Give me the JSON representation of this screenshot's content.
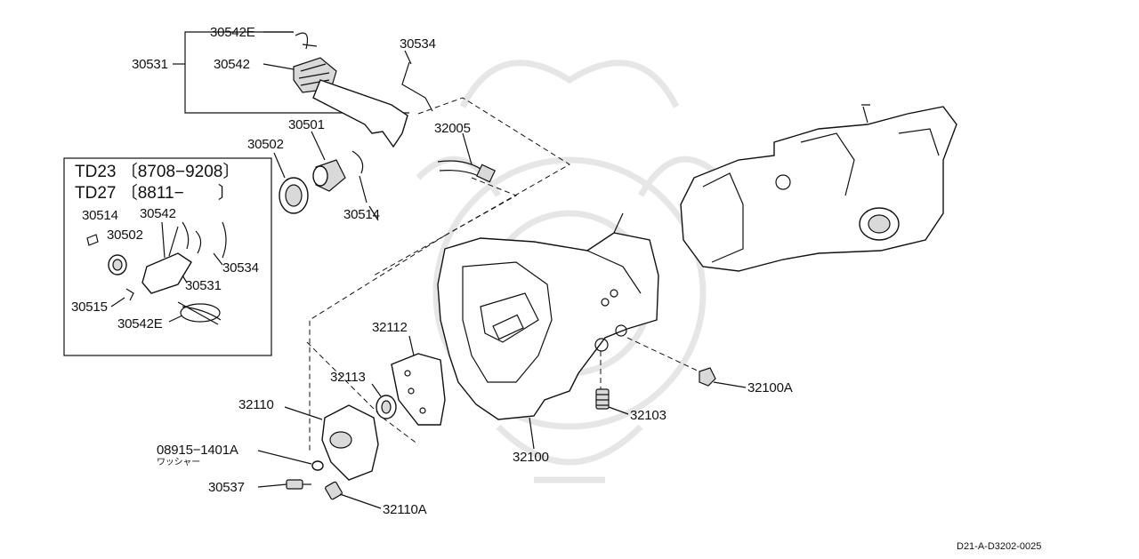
{
  "box": {
    "title_line1": "TD23 〔8708−9208〕",
    "title_line2": "TD27 〔8811−　　〕"
  },
  "labels": {
    "p30542E_top": "30542E",
    "p30531_top": "30531",
    "p30542_top": "30542",
    "p30534_top": "30534",
    "p30501": "30501",
    "p30502_top": "30502",
    "p32005": "32005",
    "p30514_right": "30514",
    "p30514_box": "30514",
    "p30542_box": "30542",
    "p30502_box": "30502",
    "p30534_box": "30534",
    "p30531_box": "30531",
    "p30515": "30515",
    "p30542E_box": "30542E",
    "p32112": "32112",
    "p32113": "32113",
    "p32110": "32110",
    "p08915": "08915−1401A",
    "washer": "ワッシャー",
    "p30537": "30537",
    "p32110A": "32110A",
    "p32100": "32100",
    "p32103": "32103",
    "p32100A": "32100A"
  },
  "diagram_code": "D21-A-D3202-0025"
}
